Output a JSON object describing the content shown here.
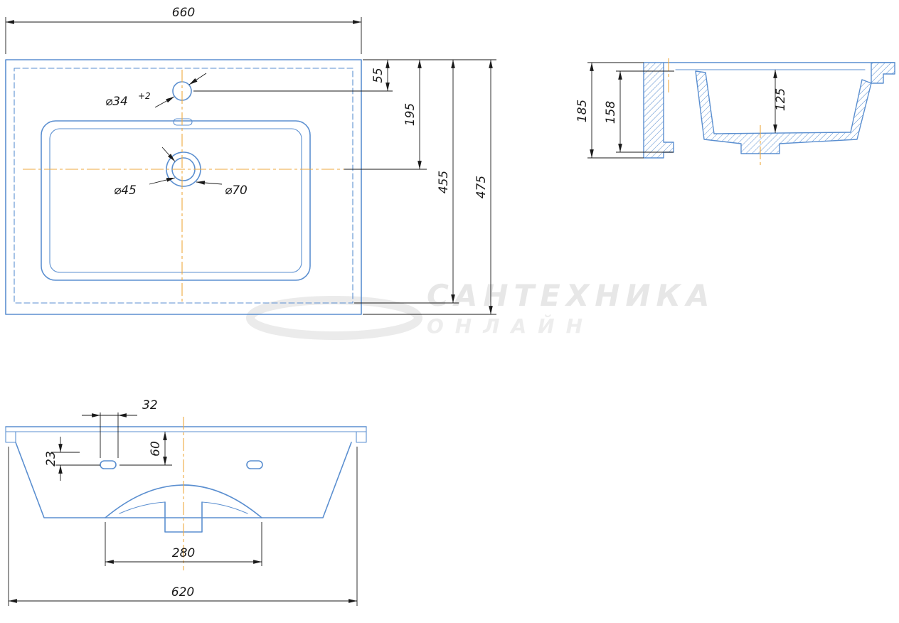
{
  "drawing": {
    "type": "technical-drawing",
    "subject": "washbasin",
    "colors": {
      "outline": "#5b8fd0",
      "centerline": "#efa93f",
      "dimension": "#1a1a1a",
      "watermark": "#ebebeb",
      "background": "#ffffff"
    },
    "plan_view": {
      "dims": {
        "overall_width": "660",
        "faucet_center_from_back": "55",
        "drain_center_from_back": "195",
        "inner_depth": "455",
        "overall_depth": "475",
        "faucet_hole_dia": "⌀34",
        "faucet_hole_tol": "+2",
        "drain_inner_dia": "⌀45",
        "drain_outer_dia": "⌀70"
      }
    },
    "side_view": {
      "dims": {
        "overall_height": "185",
        "front_height": "158",
        "bowl_depth": "125"
      }
    },
    "front_view": {
      "dims": {
        "slot_length": "32",
        "hole_from_top": "60",
        "flange_offset": "23",
        "recess_width": "280",
        "bottom_width": "620"
      }
    },
    "watermark": {
      "line1": "САНТЕХНИКА",
      "line2": "ОНЛАЙН"
    }
  }
}
